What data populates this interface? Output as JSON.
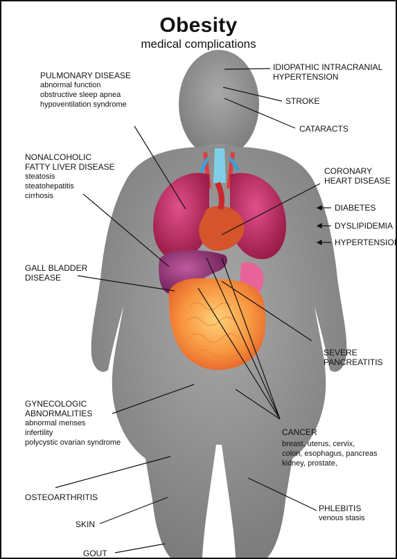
{
  "title": "Obesity",
  "subtitle": "medical complications",
  "labels": {
    "idiopathic": [
      "IDIOPATHIC INTRACRANIAL",
      "HYPERTENSION"
    ],
    "stroke": "STROKE",
    "cataracts": "CATARACTS",
    "pulmonary": {
      "heading": "PULMONARY DISEASE",
      "items": [
        "abnormal function",
        "obstructive sleep apnea",
        "hypoventilation syndrome"
      ]
    },
    "nafld": {
      "heading": [
        "NONALCOHOLIC",
        "FATTY LIVER DISEASE"
      ],
      "items": [
        "steatosis",
        "steatohepatitis",
        "cirrhosis"
      ]
    },
    "coronary": [
      "CORONARY",
      "HEART DISEASE"
    ],
    "diabetes": "DIABETES",
    "dyslipidemia": "DYSLIPIDEMIA",
    "hypertension": "HYPERTENSIOI",
    "gallbladder": [
      "GALL BLADDER",
      "DISEASE"
    ],
    "pancreatitis": [
      "SEVERE",
      "PANCREATITIS"
    ],
    "gynecologic": {
      "heading": [
        "GYNECOLOGIC",
        "ABNORMALITIES"
      ],
      "items": [
        "abnormal menses",
        "infertility",
        "polycystic ovarian syndrome"
      ]
    },
    "cancer": {
      "heading": "CANCER",
      "items": [
        "breast, uterus, cervix,",
        "colon, esophagus, pancreas",
        "kidney, prostate,"
      ]
    },
    "osteoarthritis": "OSTEOARTHRITIS",
    "phlebitis": {
      "heading": "PHLEBITIS",
      "items": [
        "venous stasis"
      ]
    },
    "skin": "SKIN",
    "gout": "GOUT"
  },
  "colors": {
    "silhouette": "#8e8e8e",
    "lung": "#b5255a",
    "liver": "#8e2a6b",
    "heart": "#d4542c",
    "intestine": "#f4883a",
    "stomach": "#e8639a"
  },
  "icons": {
    "pointer": "left-arrow-icon"
  }
}
